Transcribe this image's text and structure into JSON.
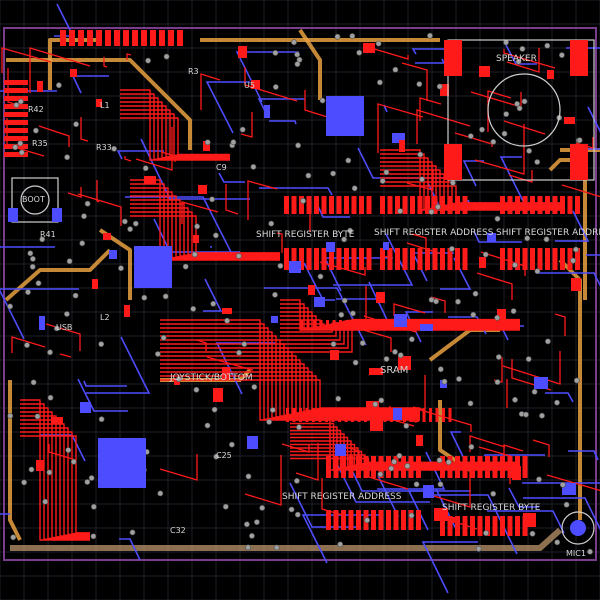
{
  "colors": {
    "background": "#000000",
    "grid": "#1e1e2c",
    "board_outline": "#7a3c8c",
    "top_copper": "#ff1a1a",
    "bottom_copper": "#4d4dff",
    "power_trace": "#e8a040",
    "via": "#a0a0a0",
    "silkscreen": "#d8d8d8"
  },
  "labels": {
    "speaker": "SPEAKER",
    "shift_register_byte": "SHIFT REGISTER BYTE",
    "shift_register_address": "SHIFT REGISTER ADDRESS",
    "shift_register_addr_right": "SHIFT REGISTER ADDRESS",
    "shift_register_byte_bottom": "SHIFT REGISTER BYTE",
    "shift_register_address_bottom": "SHIFT REGISTER ADDRESS",
    "sram": "SRAM",
    "joystick_bottom": "JOYSTICK/BOTTOM",
    "mic": "MIC1",
    "boot": "BOOT",
    "r41": "R41",
    "r42": "R42",
    "r35": "R35",
    "r33": "R33",
    "r3": "R3",
    "c32": "C32",
    "c9": "C9",
    "c25": "C25",
    "l1": "L1",
    "l2": "L2",
    "u5": "U5",
    "usb": "USB"
  }
}
